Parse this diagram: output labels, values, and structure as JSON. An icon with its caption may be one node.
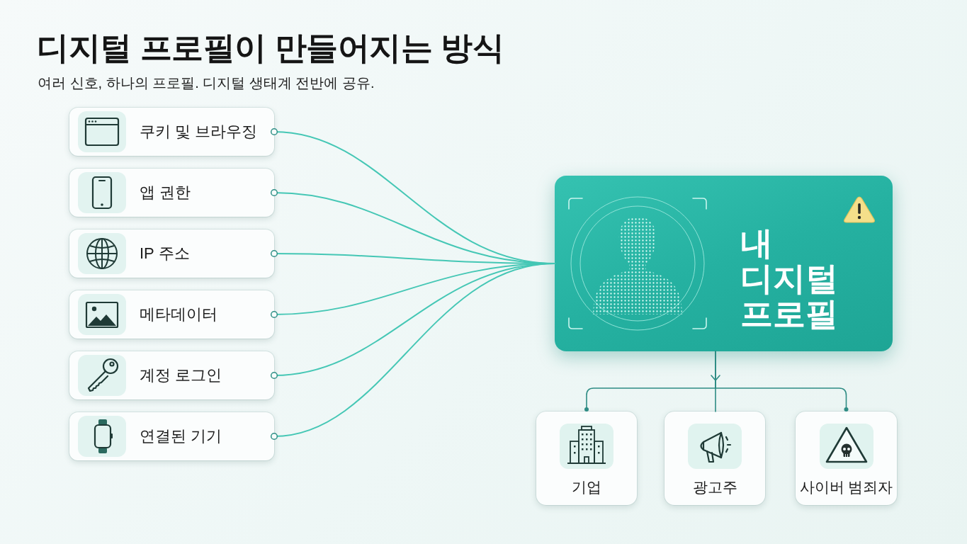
{
  "diagram": {
    "title": "디지털 프로필이 만들어지는 방식",
    "nodes": [
      {
        "text": [
          "쿠키 및 브라우징"
        ]
      },
      {
        "text": [
          "앱 권한"
        ]
      },
      {
        "text": [
          "IP 주소"
        ]
      },
      {
        "text": [
          "메타데이터"
        ]
      },
      {
        "text": [
          "계정 로그인"
        ]
      },
      {
        "text": [
          "연결된 기기"
        ]
      },
      {
        "text": [
          "내 디지털 프로필"
        ]
      },
      {
        "text": [
          "기업"
        ]
      },
      {
        "text": [
          "광고주"
        ]
      },
      {
        "text": [
          "사이버 범죄자"
        ]
      }
    ],
    "edges": [
      {
        "from": 0,
        "to": 6,
        "arrow": "other"
      },
      {
        "from": 1,
        "to": 6,
        "arrow": "other"
      },
      {
        "from": 2,
        "to": 6,
        "arrow": "other"
      },
      {
        "from": 3,
        "to": 6,
        "arrow": "other"
      },
      {
        "from": 4,
        "to": 6,
        "arrow": "other"
      },
      {
        "from": 5,
        "to": 6,
        "arrow": "other"
      },
      {
        "from": 6,
        "to": 7,
        "arrow": "other",
        "color": "#2e8c84"
      },
      {
        "from": 6,
        "to": 8,
        "arrow": "to",
        "color": "#2e8c84"
      },
      {
        "from": 6,
        "to": 9,
        "arrow": "other",
        "color": "#2e8c84"
      }
    ],
    "labels": [
      "여러 신호, 하나의 프로필. 디지털 생태계 전반에 공유."
    ]
  }
}
